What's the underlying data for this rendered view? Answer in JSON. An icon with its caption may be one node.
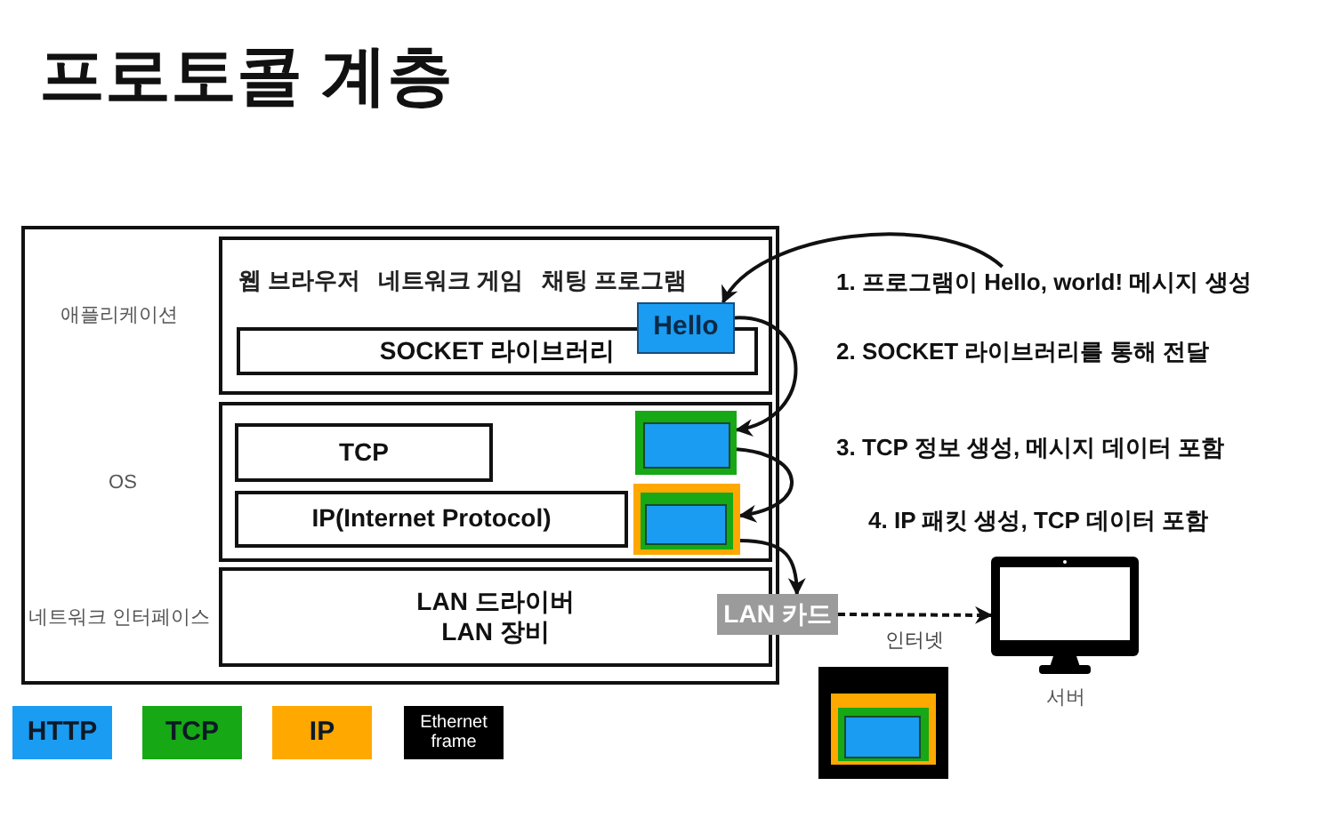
{
  "diagram": {
    "title": "프로토콜 계층",
    "nodes": [
      {
        "text": [],
        "shape": "box"
      },
      {
        "text": [
          "웹 브라우저",
          "네트워크 게임",
          "채팅 프로그램"
        ],
        "in": 0
      },
      {
        "text": [
          "Hello"
        ],
        "in": 1
      },
      {
        "text": [
          "SOCKET 라이브러리"
        ],
        "in": 1
      },
      {
        "text": [],
        "shape": "box",
        "in": 0
      },
      {
        "text": [
          "TCP"
        ],
        "in": 4
      },
      {
        "text": [],
        "shape": "box",
        "in": 4
      },
      {
        "text": [
          "IP(Internet Protocol)"
        ],
        "in": 4
      },
      {
        "text": [],
        "shape": "box",
        "in": 4
      },
      {
        "text": [
          "LAN 드라이버",
          "LAN 장비"
        ],
        "in": 0
      },
      {
        "text": [
          "1. 프로그램이 Hello, world! 메시지 생성"
        ]
      },
      {
        "text": [
          "LAN 카드"
        ]
      },
      {
        "text": [],
        "shape": "picture",
        "beside": [
          "서버"
        ]
      },
      {
        "text": [],
        "shape": "box"
      }
    ],
    "edges": [
      {
        "from": 10,
        "to": 2,
        "arrow": "to"
      },
      {
        "from": 2,
        "to": 6,
        "arrow": "to"
      },
      {
        "from": 6,
        "to": 8,
        "arrow": "to"
      },
      {
        "from": 8,
        "to": 11,
        "arrow": "to"
      },
      {
        "from": 11,
        "to": 12,
        "arrow": "to",
        "label": "인터넷",
        "style": "dashed"
      }
    ],
    "labels": [
      "애플리케이션",
      "OS",
      "네트워크 인터페이스",
      "2. SOCKET 라이브러리를 통해 전달",
      "3. TCP 정보 생성, 메시지 데이터 포함",
      "4. IP 패킷 생성, TCP 데이터 포함"
    ],
    "legend": [
      {
        "text": "HTTP",
        "color": "#1a9cf2"
      },
      {
        "text": "TCP",
        "color": "#16a815"
      },
      {
        "text": "IP",
        "color": "#ffa800"
      },
      {
        "text": "Ethernet frame",
        "color": "#000000"
      }
    ]
  }
}
